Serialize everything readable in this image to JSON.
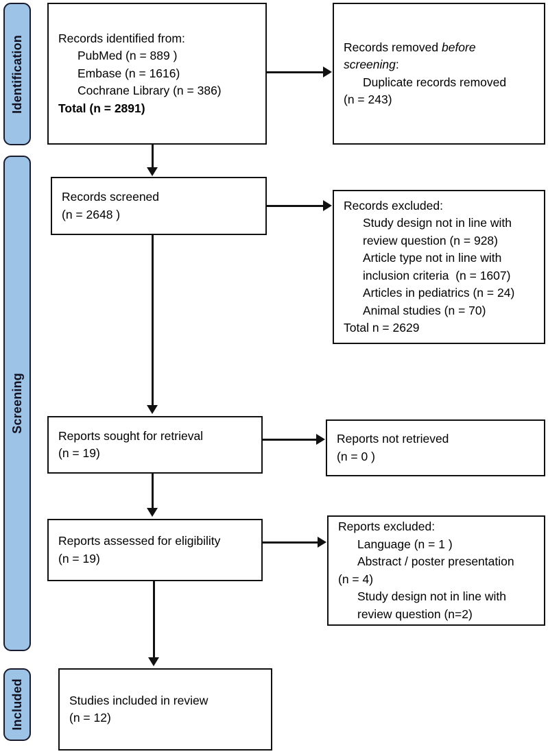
{
  "diagram": {
    "type": "prisma-flow-diagram",
    "accent_color": "#9DC3E6",
    "border_color": "#111111"
  },
  "stages": [
    {
      "label": "Identification"
    },
    {
      "label": "Screening"
    },
    {
      "label": "Included"
    }
  ],
  "boxes": {
    "records_identified": {
      "line1": "Records identified from:",
      "line2": "PubMed (n = 889 )",
      "line3": "Embase (n = 1616)",
      "line4": "Cochrane Library (n = 386)",
      "line5": "Total (n = 2891)"
    },
    "records_removed": {
      "line1_plain": "Records removed ",
      "line1_italic": "before",
      "line2_italic": "screening",
      "line2_plain": ":",
      "line3": "Duplicate records removed",
      "line4": "(n = 243)"
    },
    "records_screened": {
      "line1": "Records screened",
      "line2": "(n = 2648 )"
    },
    "records_excluded": {
      "line1": "Records excluded:",
      "line2": "Study design not in line with",
      "line3": "review question (n = 928)",
      "line4": "Article type not in line with",
      "line5": "inclusion criteria  (n = 1607)",
      "line6": "Articles in pediatrics (n = 24)",
      "line7": "Animal studies (n = 70)",
      "line8": "Total n = 2629"
    },
    "reports_sought": {
      "line1": "Reports sought for retrieval",
      "line2": "(n = 19)"
    },
    "reports_not_retrieved": {
      "line1": "Reports not retrieved",
      "line2": "(n = 0 )"
    },
    "reports_assessed": {
      "line1": "Reports assessed for eligibility",
      "line2": "(n = 19)"
    },
    "reports_excluded": {
      "line1": "Reports excluded:",
      "line2": "Language (n = 1 )",
      "line3": "Abstract / poster presentation",
      "line4": "(n = 4)",
      "line5": "Study design not in line with",
      "line6": "review question (n=2)"
    },
    "studies_included": {
      "line1": "Studies included in review",
      "line2": "(n = 12)"
    }
  }
}
